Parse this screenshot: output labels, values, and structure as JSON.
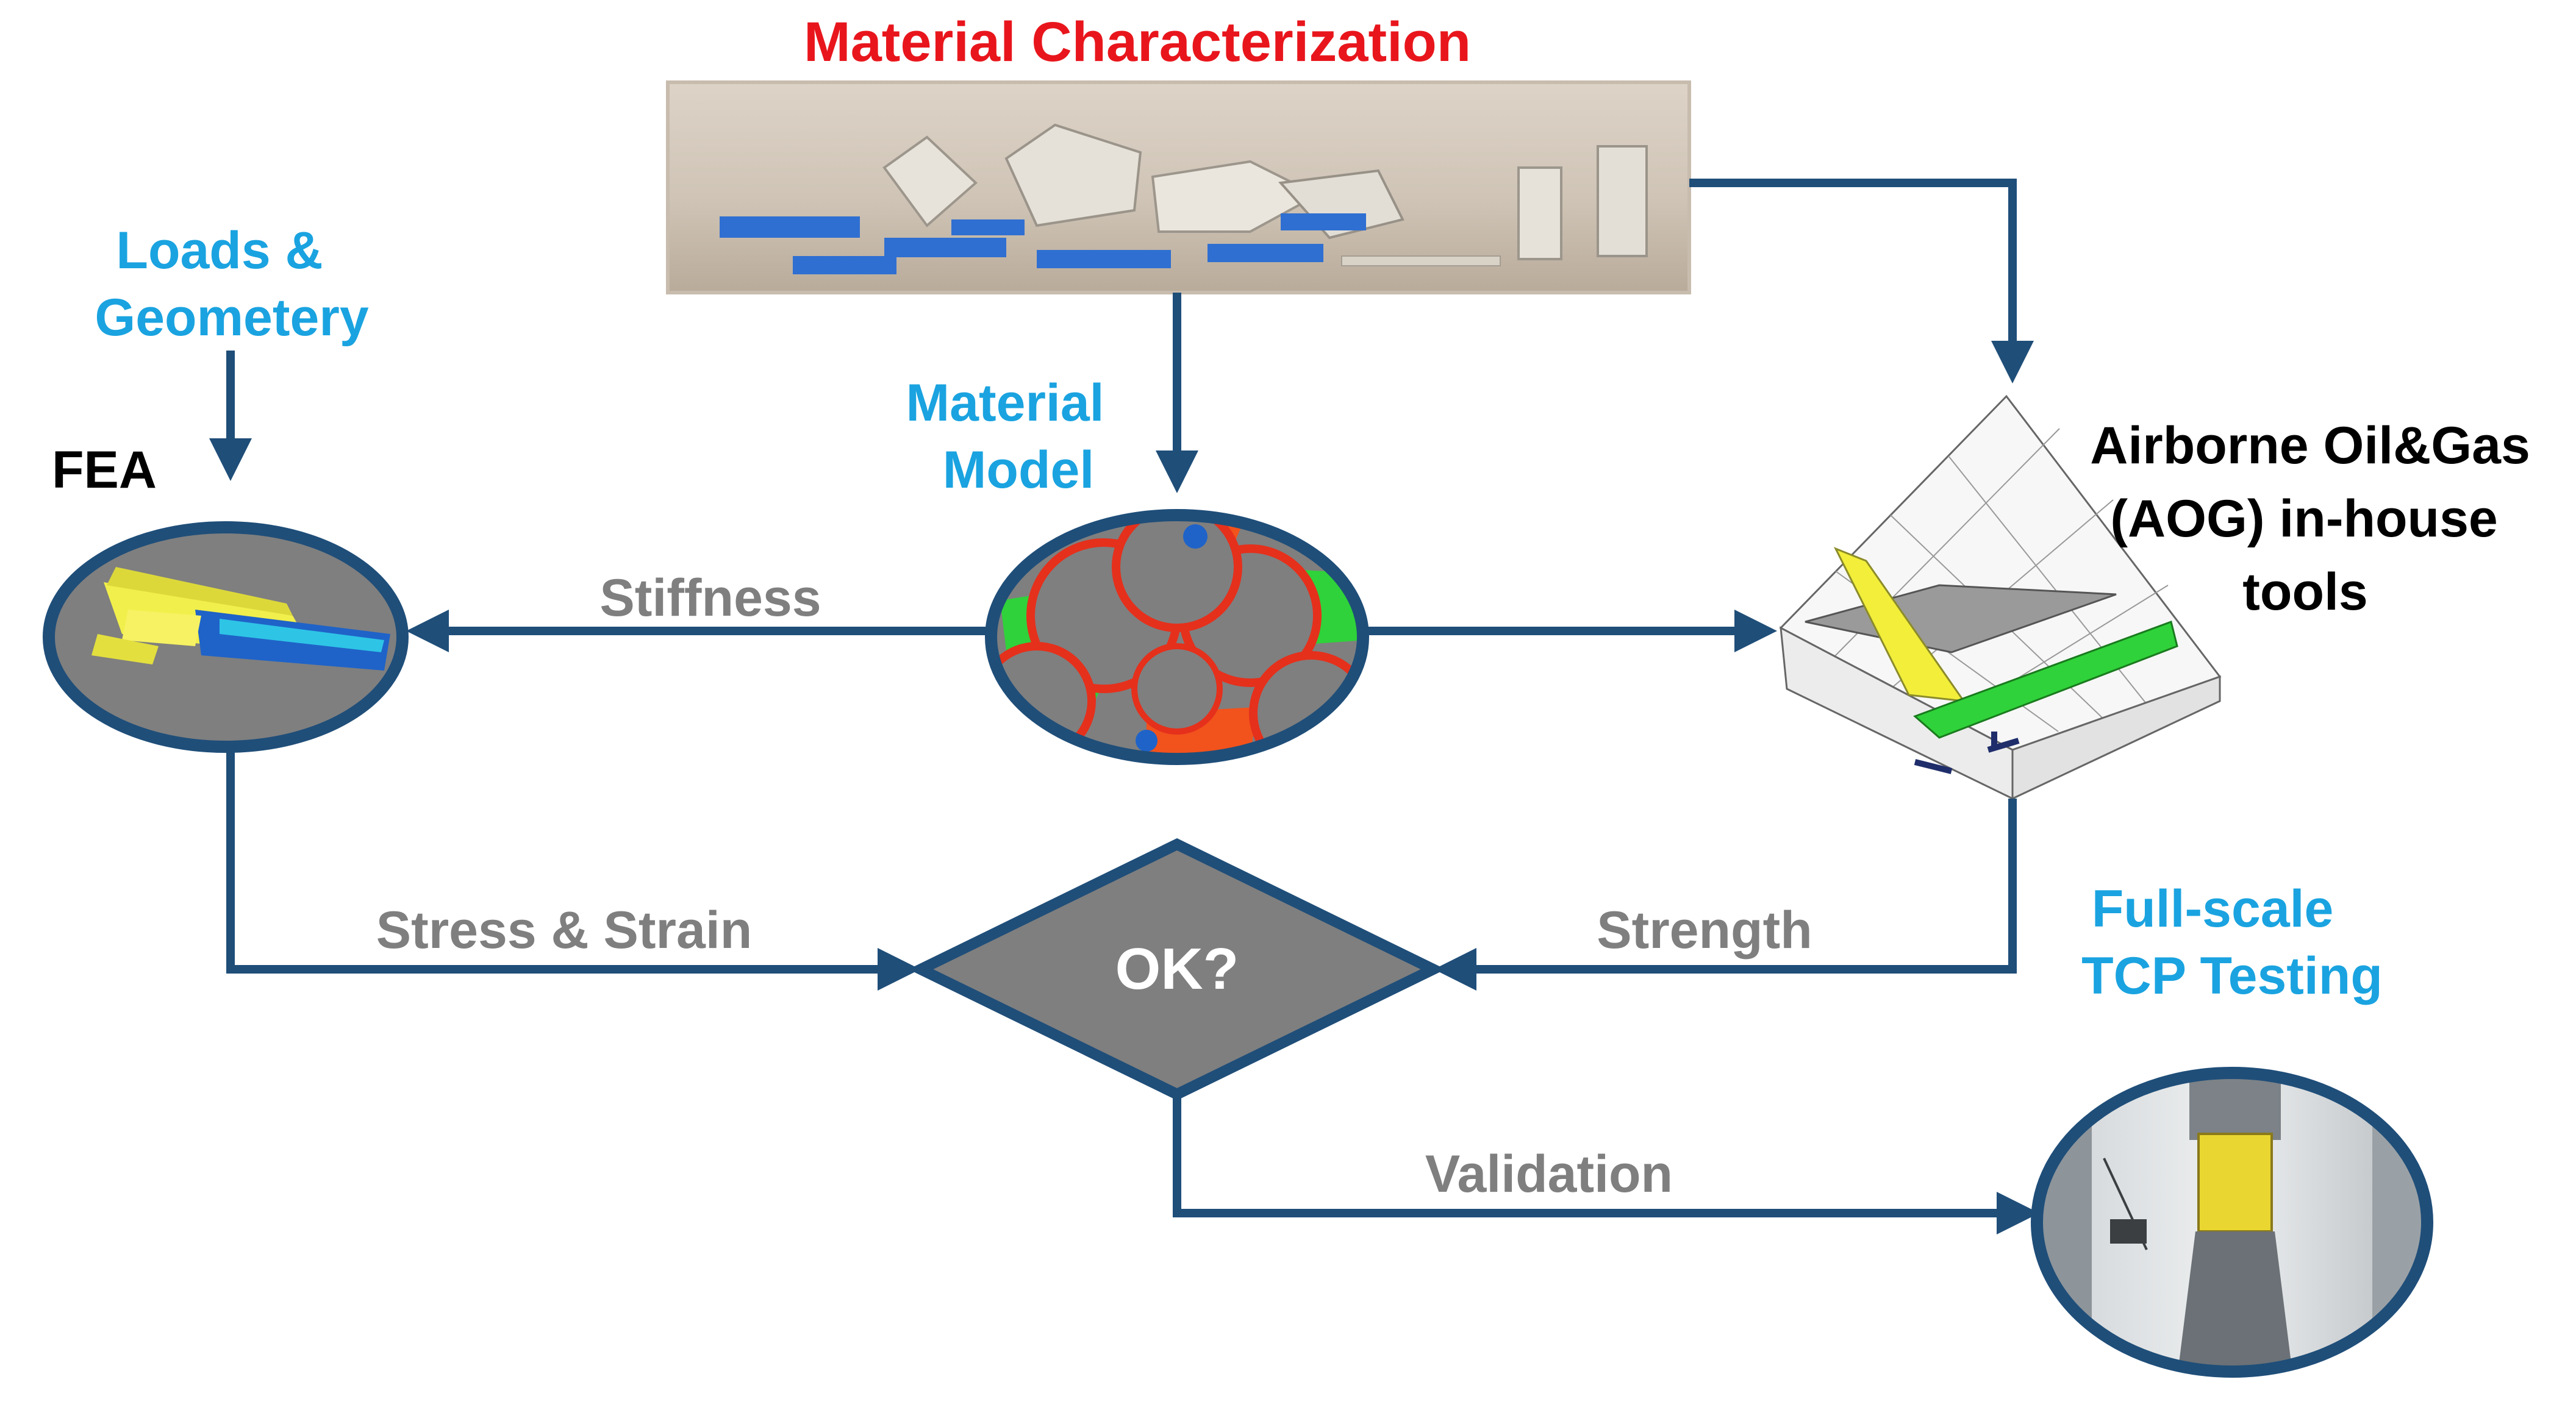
{
  "title": "Material Characterization",
  "inputs": {
    "loads_line1": "Loads &",
    "loads_line2": "Geometery",
    "material_model_line1": "Material",
    "material_model_line2": "Model"
  },
  "nodes": {
    "fea": "FEA",
    "aog_line1": "Airborne Oil&Gas",
    "aog_line2": "(AOG) in-house",
    "aog_line3": "tools",
    "decision": "OK?",
    "testing_line1": "Full-scale",
    "testing_line2": "TCP Testing"
  },
  "edges": {
    "stiffness": "Stiffness",
    "stress_strain": "Stress & Strain",
    "strength": "Strength",
    "validation": "Validation"
  },
  "colors": {
    "flow": "#1f4e79",
    "title": "#e8161c",
    "blue_label": "#1aa3e0",
    "edge_label": "#7f7f7f",
    "node_fill": "#7f7f7f"
  }
}
